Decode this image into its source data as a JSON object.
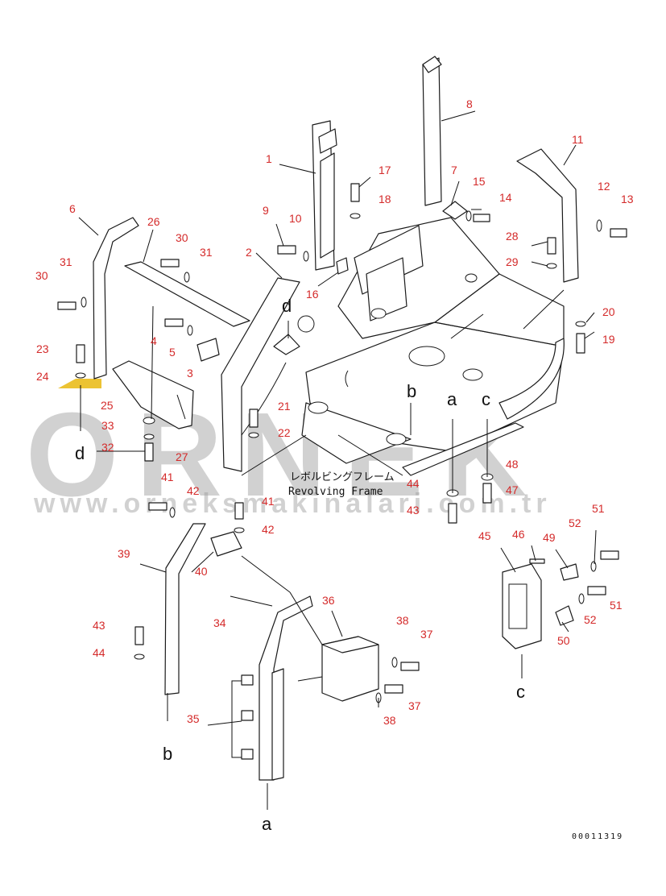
{
  "diagram": {
    "frame_label_jp": "レボルビングフレーム",
    "frame_label_en": "Revolving Frame",
    "document_number": "00011319",
    "watermark": {
      "brand": "ORNEK",
      "url": "www.orneksmakinalari.com.tr"
    },
    "view_letters": [
      "a",
      "b",
      "c",
      "d"
    ],
    "callouts": [
      "1",
      "2",
      "3",
      "4",
      "5",
      "6",
      "7",
      "8",
      "9",
      "10",
      "11",
      "12",
      "13",
      "14",
      "15",
      "16",
      "17",
      "18",
      "19",
      "20",
      "21",
      "22",
      "23",
      "24",
      "25",
      "26",
      "27",
      "28",
      "29",
      "30",
      "31",
      "32",
      "33",
      "34",
      "35",
      "36",
      "37",
      "38",
      "39",
      "40",
      "41",
      "42",
      "43",
      "44",
      "45",
      "46",
      "47",
      "48",
      "49",
      "50",
      "51",
      "52"
    ],
    "colors": {
      "callout_number": "#d42a2a",
      "line_art": "#1a1a1a",
      "watermark": "#9a9a9a",
      "watermark_accent": "#e7b400"
    }
  }
}
